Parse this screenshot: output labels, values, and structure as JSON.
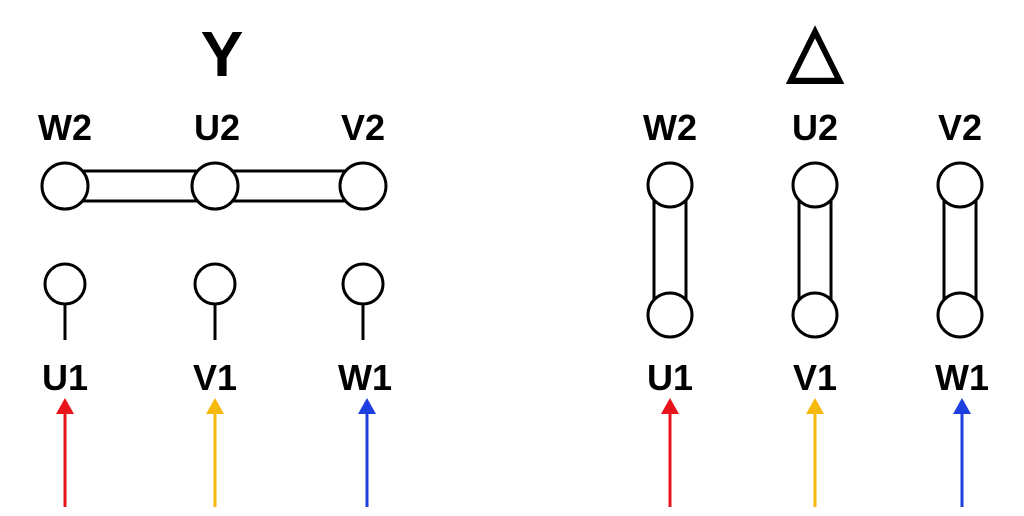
{
  "star": {
    "symbol": "Y",
    "top_labels": [
      "W2",
      "U2",
      "V2"
    ],
    "bottom_labels": [
      "U1",
      "V1",
      "W1"
    ]
  },
  "delta": {
    "symbol": "△",
    "top_labels": [
      "W2",
      "U2",
      "V2"
    ],
    "bottom_labels": [
      "U1",
      "V1",
      "W1"
    ]
  },
  "phase_colors": [
    "#e8141b",
    "#f5b90c",
    "#1d3fe0"
  ]
}
